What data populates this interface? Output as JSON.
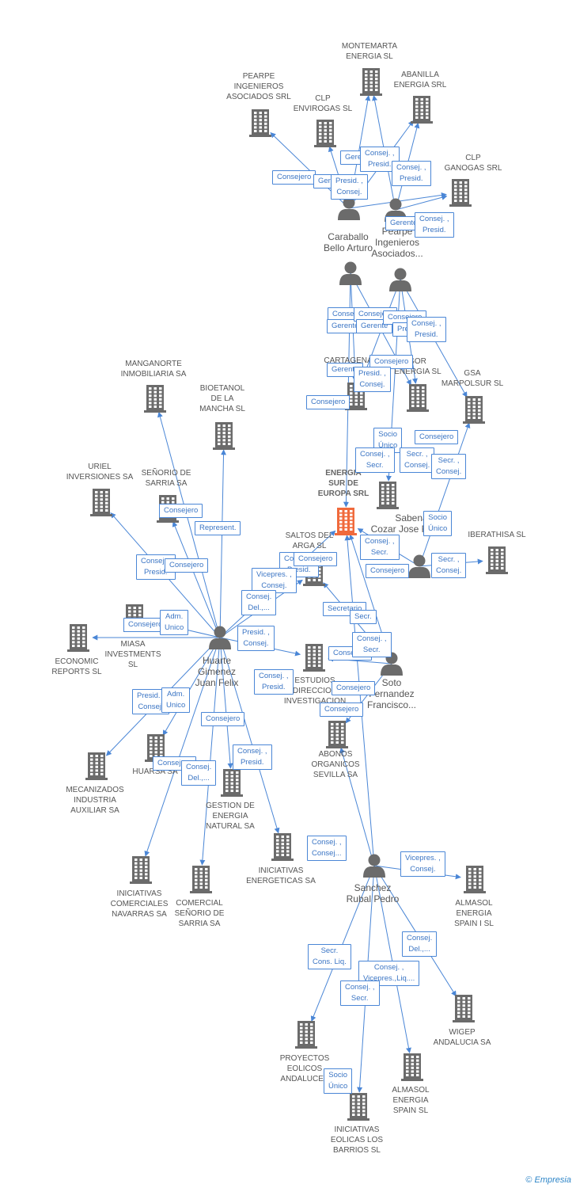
{
  "colors": {
    "edge": "#4a86d6",
    "building": "#6b6b6b",
    "highlight": "#f06a3c",
    "person": "#6b6b6b",
    "label": "#555555"
  },
  "brand": {
    "copyright": "©",
    "name": "Empresia"
  },
  "nodes": [
    {
      "id": "montemarta",
      "type": "company",
      "label": "MONTEMARTA\nENERGIA SL"
    },
    {
      "id": "pearpe",
      "type": "company",
      "label": "PEARPE\nINGENIEROS\nASOCIADOS SRL"
    },
    {
      "id": "abanilla",
      "type": "company",
      "label": "ABANILLA\nENERGIA SRL"
    },
    {
      "id": "clp_envirogas",
      "type": "company",
      "label": "CLP\nENVIROGAS SL"
    },
    {
      "id": "clp_ganogas",
      "type": "company",
      "label": "CLP\nGANOGAS SRL"
    },
    {
      "id": "caraballo",
      "type": "person",
      "label": "Caraballo\nBello Arturo"
    },
    {
      "id": "pearpe_ing",
      "type": "person",
      "label": "Pearpe\nIngenieros\nAsociados..."
    },
    {
      "id": "person_a",
      "type": "person",
      "label": ""
    },
    {
      "id": "person_b",
      "type": "person",
      "label": ""
    },
    {
      "id": "cartagena",
      "type": "company",
      "label": "CARTAGENA"
    },
    {
      "id": "sor_energia",
      "type": "company",
      "label": "SOR\nENERGIA SL"
    },
    {
      "id": "gsa_marpol",
      "type": "company",
      "label": "GSA\nMARPOLSUR SL"
    },
    {
      "id": "manganorte",
      "type": "company",
      "label": "MANGANORTE\nINMOBILIARIA SA"
    },
    {
      "id": "bioetanol",
      "type": "company",
      "label": "BIOETANOL\nDE LA\nMANCHA SL"
    },
    {
      "id": "uriel",
      "type": "company",
      "label": "URIEL\nINVERSIONES SA"
    },
    {
      "id": "senorio_sarria",
      "type": "company",
      "label": "SEÑORIO DE\nSARRIA SA"
    },
    {
      "id": "energia_sur",
      "type": "company",
      "label": "ENERGIA\nSUR DE\nEUROPA SRL",
      "highlight": true
    },
    {
      "id": "company_mid",
      "type": "company",
      "label": ""
    },
    {
      "id": "saltos",
      "type": "company",
      "label": "SALTOS DEL\nARGA SL"
    },
    {
      "id": "sabena",
      "type": "person",
      "label": "Sabena\nCozar Jose Ramon"
    },
    {
      "id": "iberathisa",
      "type": "company",
      "label": "IBERATHISA SL"
    },
    {
      "id": "miasa",
      "type": "company",
      "label": "MIASA\nINVESTMENTS\nSL"
    },
    {
      "id": "economic",
      "type": "company",
      "label": "ECONOMIC\nREPORTS SL"
    },
    {
      "id": "huarte",
      "type": "person",
      "label": "Huarte\nGimenez\nJuan Felix"
    },
    {
      "id": "estudios",
      "type": "company",
      "label": "ESTUDIOS\nDIRECCION\nINVESTIGACION"
    },
    {
      "id": "soto",
      "type": "person",
      "label": "Soto\nFernandez\nFrancisco..."
    },
    {
      "id": "huarsa",
      "type": "company",
      "label": "HUARSA SA"
    },
    {
      "id": "mecanizados",
      "type": "company",
      "label": "MECANIZADOS\nINDUSTRIA\nAUXILIAR SA"
    },
    {
      "id": "gestion_energia",
      "type": "company",
      "label": "GESTION DE\nENERGIA\nNATURAL SA"
    },
    {
      "id": "abonos",
      "type": "company",
      "label": "ABONOS\nORGANICOS\nSEVILLA SA"
    },
    {
      "id": "iniciativas_energeticas",
      "type": "company",
      "label": "INICIATIVAS\nENERGETICAS SA"
    },
    {
      "id": "iniciativas_comerciales",
      "type": "company",
      "label": "INICIATIVAS\nCOMERCIALES\nNAVARRAS SA"
    },
    {
      "id": "comercial_senorio",
      "type": "company",
      "label": "COMERCIAL\nSEÑORIO DE\nSARRIA SA"
    },
    {
      "id": "sanchez",
      "type": "person",
      "label": "Sanchez\nRubal Pedro"
    },
    {
      "id": "almasol_spain_i",
      "type": "company",
      "label": "ALMASOL\nENERGIA\nSPAIN I SL"
    },
    {
      "id": "wigep",
      "type": "company",
      "label": "WIGEP\nANDALUCIA SA"
    },
    {
      "id": "proyectos_eolicos",
      "type": "company",
      "label": "PROYECTOS\nEOLICOS\nANDALUCES"
    },
    {
      "id": "almasol_spain",
      "type": "company",
      "label": "ALMASOL\nENERGIA\nSPAIN SL"
    },
    {
      "id": "iniciativas_eolicas",
      "type": "company",
      "label": "INICIATIVAS\nEOLICAS LOS\nBARRIOS SL"
    }
  ],
  "edges": [
    {
      "from": "caraballo",
      "to": "pearpe"
    },
    {
      "from": "caraballo",
      "to": "clp_envirogas"
    },
    {
      "from": "caraballo",
      "to": "montemarta"
    },
    {
      "from": "caraballo",
      "to": "abanilla"
    },
    {
      "from": "caraballo",
      "to": "clp_ganogas"
    },
    {
      "from": "pearpe_ing",
      "to": "montemarta"
    },
    {
      "from": "pearpe_ing",
      "to": "abanilla"
    },
    {
      "from": "pearpe_ing",
      "to": "clp_ganogas"
    },
    {
      "from": "person_a",
      "to": "cartagena"
    },
    {
      "from": "person_a",
      "to": "sor_energia"
    },
    {
      "from": "person_a",
      "to": "energia_sur"
    },
    {
      "from": "person_b",
      "to": "cartagena"
    },
    {
      "from": "person_b",
      "to": "sor_energia"
    },
    {
      "from": "person_b",
      "to": "gsa_marpol"
    },
    {
      "from": "person_b",
      "to": "company_mid"
    },
    {
      "from": "huarte",
      "to": "manganorte"
    },
    {
      "from": "huarte",
      "to": "bioetanol"
    },
    {
      "from": "huarte",
      "to": "uriel"
    },
    {
      "from": "huarte",
      "to": "senorio_sarria"
    },
    {
      "from": "huarte",
      "to": "economic"
    },
    {
      "from": "huarte",
      "to": "miasa"
    },
    {
      "from": "huarte",
      "to": "saltos"
    },
    {
      "from": "huarte",
      "to": "energia_sur"
    },
    {
      "from": "huarte",
      "to": "mecanizados"
    },
    {
      "from": "huarte",
      "to": "huarsa"
    },
    {
      "from": "huarte",
      "to": "iniciativas_comerciales"
    },
    {
      "from": "huarte",
      "to": "comercial_senorio"
    },
    {
      "from": "huarte",
      "to": "gestion_energia"
    },
    {
      "from": "huarte",
      "to": "iniciativas_energeticas"
    },
    {
      "from": "huarte",
      "to": "estudios"
    },
    {
      "from": "sabena",
      "to": "gsa_marpol"
    },
    {
      "from": "sabena",
      "to": "iberathisa"
    },
    {
      "from": "sabena",
      "to": "energia_sur"
    },
    {
      "from": "soto",
      "to": "energia_sur"
    },
    {
      "from": "soto",
      "to": "saltos"
    },
    {
      "from": "soto",
      "to": "estudios"
    },
    {
      "from": "soto",
      "to": "abonos"
    },
    {
      "from": "sanchez",
      "to": "energia_sur"
    },
    {
      "from": "sanchez",
      "to": "almasol_spain_i"
    },
    {
      "from": "sanchez",
      "to": "wigep"
    },
    {
      "from": "sanchez",
      "to": "proyectos_eolicos"
    },
    {
      "from": "sanchez",
      "to": "almasol_spain"
    },
    {
      "from": "sanchez",
      "to": "iniciativas_eolicas"
    },
    {
      "from": "sanchez",
      "to": "abonos"
    }
  ],
  "edge_labels": [
    {
      "text": "Consejero"
    },
    {
      "text": "Gerente"
    },
    {
      "text": "Gerente"
    },
    {
      "text": "Consej. ,\nPresid."
    },
    {
      "text": "Presid. ,\nConsej."
    },
    {
      "text": "Consej. ,\nPresid."
    },
    {
      "text": "Gerente"
    },
    {
      "text": "Consej. ,\nPresid."
    },
    {
      "text": "Consejero"
    },
    {
      "text": "Gerente"
    },
    {
      "text": "Consejero"
    },
    {
      "text": "Gerente"
    },
    {
      "text": "Consejero"
    },
    {
      "text": "Presid."
    },
    {
      "text": "Consej. ,\nPresid."
    },
    {
      "text": "Gerente"
    },
    {
      "text": "Consejero"
    },
    {
      "text": "Presid. ,\nConsej."
    },
    {
      "text": "Consejero"
    },
    {
      "text": "Socio\nÚnico"
    },
    {
      "text": "Consejero"
    },
    {
      "text": "Consej. ,\nSecr."
    },
    {
      "text": "Secr. ,\nConsej."
    },
    {
      "text": "Secr. ,\nConsej."
    },
    {
      "text": "Consejero"
    },
    {
      "text": "Represent."
    },
    {
      "text": "Socio\nÚnico"
    },
    {
      "text": "Consej. ,\nSecr."
    },
    {
      "text": "Consej. ,\nPresid."
    },
    {
      "text": "Consejero"
    },
    {
      "text": "Secr. ,\nConsej."
    },
    {
      "text": "Consej. ,\nPresid."
    },
    {
      "text": "Consejero"
    },
    {
      "text": "Vicepres. ,\nConsej."
    },
    {
      "text": "Consej.\nDel.,..."
    },
    {
      "text": "Consejero"
    },
    {
      "text": "Adm.\nUnico"
    },
    {
      "text": "Consejero"
    },
    {
      "text": "Secretario"
    },
    {
      "text": "Secr."
    },
    {
      "text": "Presid. ,\nConsej."
    },
    {
      "text": "Consej. ,\nSecr."
    },
    {
      "text": "Consejero"
    },
    {
      "text": "Consej. ,\nPresid."
    },
    {
      "text": "Presid. ,\nConsej."
    },
    {
      "text": "Adm.\nUnico"
    },
    {
      "text": "Consejero"
    },
    {
      "text": "Consejero"
    },
    {
      "text": "Consej.\nDel.,..."
    },
    {
      "text": "Consejero"
    },
    {
      "text": "Consejero"
    },
    {
      "text": "Consej. ,\nPresid."
    },
    {
      "text": "Consej. ,\nConsej..."
    },
    {
      "text": "Vicepres. ,\nConsej."
    },
    {
      "text": "Consej.\nDel.,..."
    },
    {
      "text": "Secr.\nCons. Liq."
    },
    {
      "text": "Consej. ,\nVicepres.,Liq...."
    },
    {
      "text": "Consej. ,\nSecr."
    },
    {
      "text": "Socio\nÚnico"
    }
  ]
}
